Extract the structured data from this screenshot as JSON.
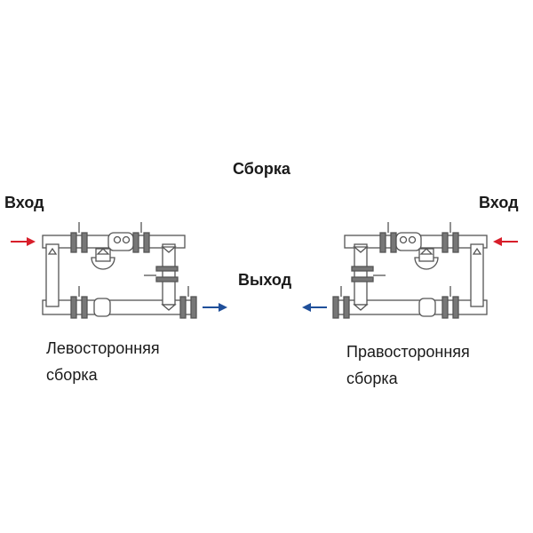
{
  "title": "Сборка",
  "inlet_label_left": "Вход",
  "inlet_label_right": "Вход",
  "outlet_label": "Выход",
  "left_assembly": {
    "line1": "Левосторонняя",
    "line2": "сборка"
  },
  "right_assembly": {
    "line1": "Правосторонняя",
    "line2": "сборка"
  },
  "colors": {
    "inlet_arrow": "#d81e2a",
    "outlet_arrow": "#1f4f9a",
    "pipe": "#555555"
  }
}
